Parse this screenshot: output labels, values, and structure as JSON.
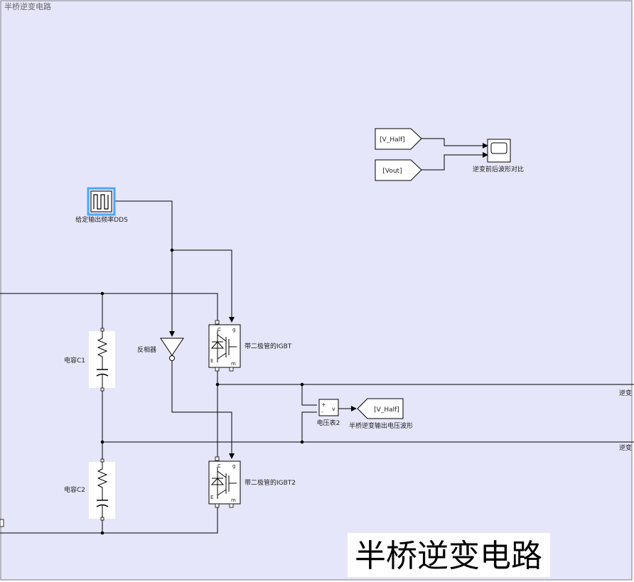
{
  "subsystem_title": "半桥逆变电路",
  "big_caption": "半桥逆变电路",
  "blocks": {
    "pulse_label": "给定输出频率DDS",
    "not_label": "反相器",
    "igbt1_label": "带二极管的IGBT",
    "igbt2_label": "带二极管的IGBT2",
    "cap1_label": "电容C1",
    "cap2_label": "电容C2",
    "voltmeter_label": "电压表2",
    "scope_label": "逆变前后波形对比",
    "goto_label": "半桥逆变输出电压波形",
    "goto_tag": "[V_Half]",
    "from1_tag": "[V_Half]",
    "from2_tag": "[Vout]",
    "port_out1": "逆变",
    "port_out2": "逆变",
    "voltmeter_plus": "+",
    "voltmeter_minus": "-",
    "voltmeter_v": "v",
    "igbt_pin_c": "C",
    "igbt_pin_g": "g",
    "igbt_pin_e": "E",
    "igbt_pin_m": "m"
  },
  "colors": {
    "background": "#e6e6fa",
    "border": "#7a7a8c",
    "selection": "#4da6ff"
  }
}
